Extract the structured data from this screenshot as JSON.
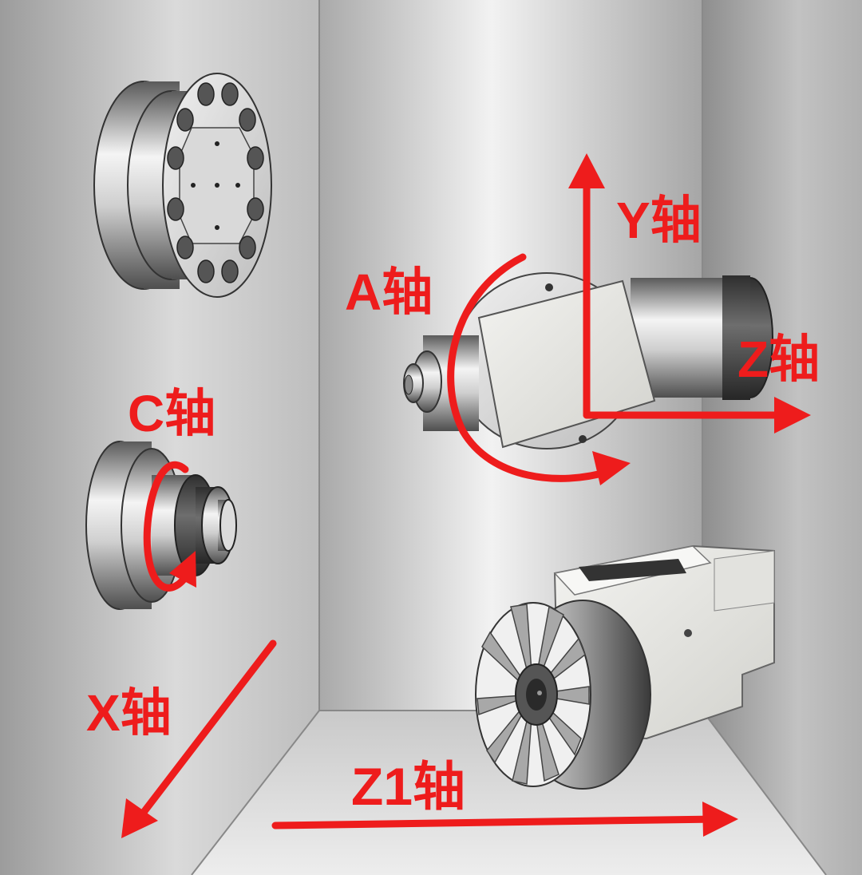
{
  "labels": {
    "y_axis": "Y轴",
    "a_axis": "A轴",
    "z_axis": "Z轴",
    "c_axis": "C轴",
    "x_axis": "X轴",
    "z1_axis": "Z1轴"
  },
  "colors": {
    "arrow_red": "#ee1c1c",
    "wall_back": "#c8c8c8",
    "wall_side": "#b4b4b4",
    "floor": "#d9d9d9",
    "metal_light": "#eeeeee",
    "metal_dark": "#555555",
    "turret_body": "#e6e6e2",
    "outline": "#333333"
  },
  "icons": {
    "spindle_chuck": "large-chuck-icon",
    "sub_spindle": "sub-spindle-icon",
    "milling_head": "milling-spindle-icon",
    "turret": "tool-turret-icon"
  }
}
